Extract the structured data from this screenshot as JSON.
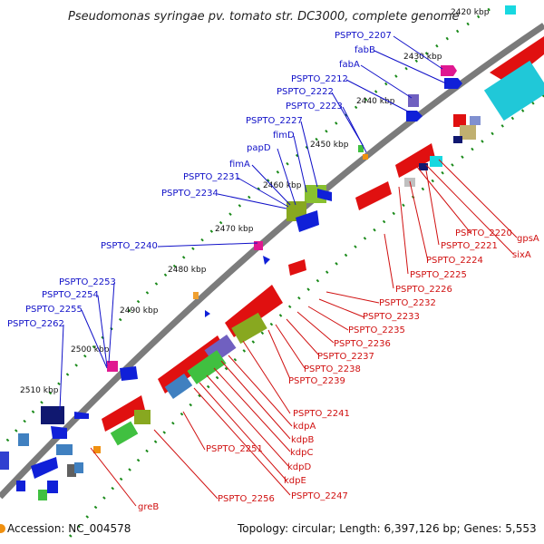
{
  "title": "Pseudomonas syringae pv. tomato str. DC3000, complete genome",
  "accession": "Accession: NC_004578",
  "topology": "Topology: circular; Length: 6,397,126 bp; Genes: 5,553",
  "kbp_labels": [
    "2420 kbp",
    "2430 kbp",
    "2440 kbp",
    "2450 kbp",
    "2460 kbp",
    "2470 kbp",
    "2480 kbp",
    "2490 kbp",
    "2500 kbp",
    "2510 kbp"
  ],
  "blue_labels": [
    "PSPTO_2207",
    "fabB",
    "fabA",
    "PSPTO_2212",
    "PSPTO_2222",
    "PSPTO_2223",
    "PSPTO_2227",
    "fimD",
    "papD",
    "fimA",
    "PSPTO_2231",
    "PSPTO_2234",
    "PSPTO_2240",
    "PSPTO_2253",
    "PSPTO_2254",
    "PSPTO_2255",
    "PSPTO_2262"
  ],
  "red_labels": [
    "gpsA",
    "sixA",
    "PSPTO_2220",
    "PSPTO_2221",
    "PSPTO_2224",
    "PSPTO_2225",
    "PSPTO_2226",
    "PSPTO_2232",
    "PSPTO_2233",
    "PSPTO_2235",
    "PSPTO_2236",
    "PSPTO_2237",
    "PSPTO_2238",
    "PSPTO_2239",
    "PSPTO_2241",
    "kdpA",
    "kdpB",
    "kdpC",
    "kdpD",
    "kdpE",
    "PSPTO_2247",
    "PSPTO_2251",
    "PSPTO_2256",
    "greB"
  ],
  "colors": {
    "backbone": "#808080",
    "tick": "#1a8a1a",
    "blue_feature": "#1020d8",
    "red_feature": "#e01010",
    "cyan_feature": "#18d8e0",
    "olive_feature": "#88a820",
    "navy_feature": "#101870",
    "magenta_feature": "#e01890",
    "orange_feature": "#f09010"
  }
}
